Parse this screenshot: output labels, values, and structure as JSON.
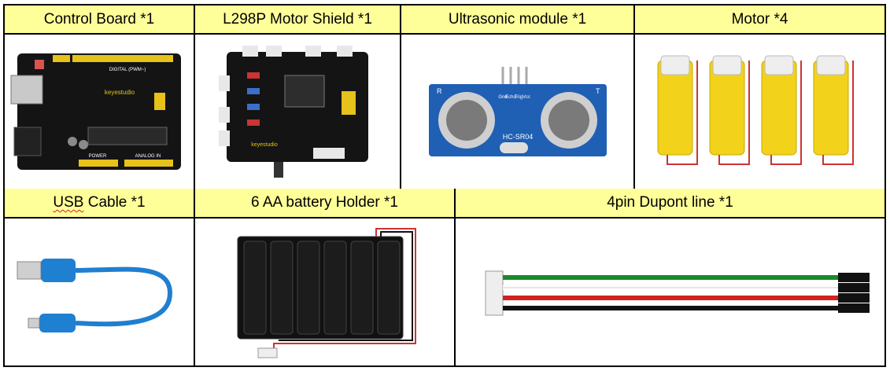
{
  "items": [
    {
      "label": "Control Board *1",
      "picture": "control-board"
    },
    {
      "label": "L298P Motor Shield *1",
      "picture": "motor-shield"
    },
    {
      "label": "Ultrasonic module *1",
      "picture": "ultrasonic-module"
    },
    {
      "label": "Motor *4",
      "picture": "yellow-gear-motors"
    },
    {
      "label_main": "USB",
      "label_rest": " Cable *1",
      "picture": "usb-cable"
    },
    {
      "label": "6 AA battery Holder *1",
      "picture": "battery-holder"
    },
    {
      "label": "4pin Dupont line *1",
      "picture": "dupont-line"
    }
  ],
  "board": {
    "brand": "keyestudio",
    "digital": "DIGITAL (PWM~)",
    "power": "POWER",
    "analog": "ANALOG IN"
  },
  "shield": {
    "brand": "keyestudio"
  },
  "sensor": {
    "model": "HC-SR04",
    "pins": [
      "Vcc",
      "Trig",
      "Echo",
      "Gnd"
    ],
    "side_t": "T",
    "side_r": "R"
  },
  "colors": {
    "header_bg": "#ffff99",
    "board": "#111111",
    "sensor": "#1f5fb4",
    "motor": "#f2d21b",
    "usb": "#1f7fd0"
  }
}
